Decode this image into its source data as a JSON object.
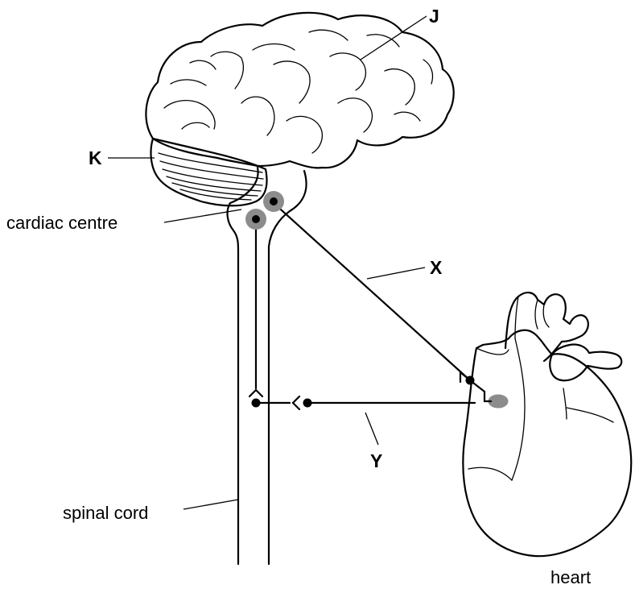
{
  "labels": {
    "J": "J",
    "K": "K",
    "cardiac_centre": "cardiac centre",
    "X": "X",
    "Y": "Y",
    "spinal_cord": "spinal cord",
    "heart": "heart"
  },
  "colors": {
    "line": "#000000",
    "background": "#ffffff",
    "receptor_grey": "#8c8c8c"
  }
}
